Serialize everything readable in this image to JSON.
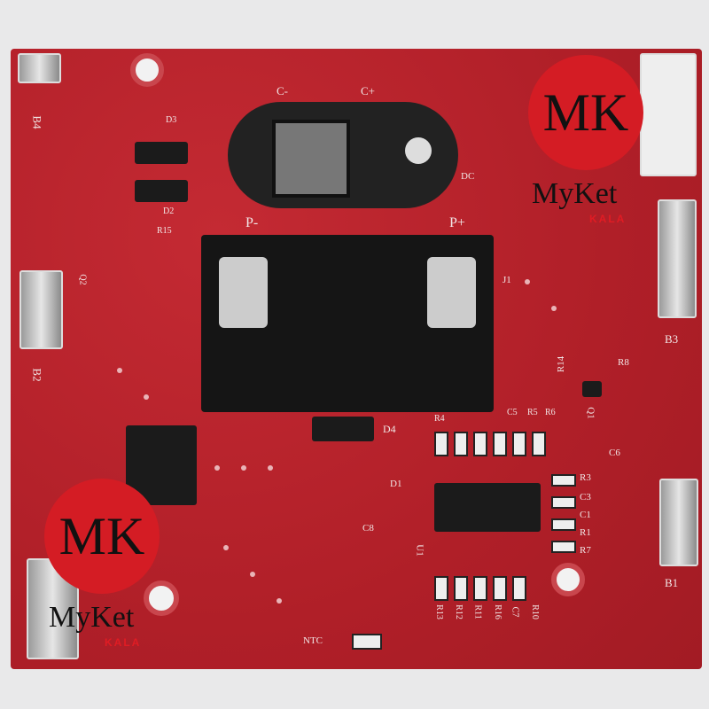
{
  "silkscreen": {
    "b4": "B4",
    "b3": "B3",
    "b2": "B2",
    "b1": "B1",
    "d3": "D3",
    "d2": "D2",
    "r15": "R15",
    "q2": "Q2",
    "p_minus": "P-",
    "p_plus": "P+",
    "c_minus": "C-",
    "c_plus": "C+",
    "dc": "DC",
    "j1": "J1",
    "d4": "D4",
    "d1": "D1",
    "c8": "C8",
    "u1": "U1",
    "r14": "R14",
    "r8": "R8",
    "q1": "Q1",
    "c6": "C6",
    "r3": "R3",
    "c3": "C3",
    "c1": "C1",
    "r1": "R1",
    "r7": "R7",
    "c5": "C5",
    "r5": "R5",
    "r6": "R6",
    "r4": "R4",
    "ntc": "NTC",
    "r13": "R13",
    "r12": "R12",
    "r11": "R11",
    "r16": "R16",
    "c7": "C7",
    "r10": "R10"
  },
  "watermark": {
    "monogram": "MK",
    "brand": "MyKet",
    "sub": "KALA"
  },
  "colors": {
    "board": "#b8232b",
    "logo": "#d41c24"
  }
}
